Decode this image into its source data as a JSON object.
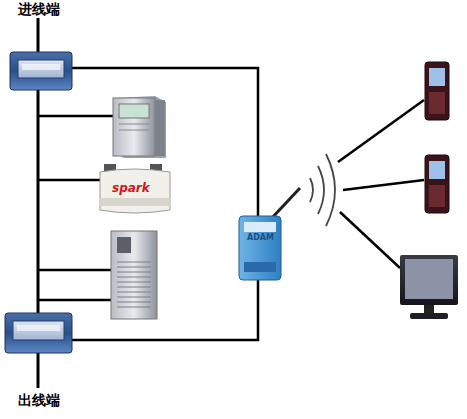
{
  "diagram": {
    "labels": [
      "进线端",
      "spark",
      "ADAM",
      "出线端"
    ]
  }
}
